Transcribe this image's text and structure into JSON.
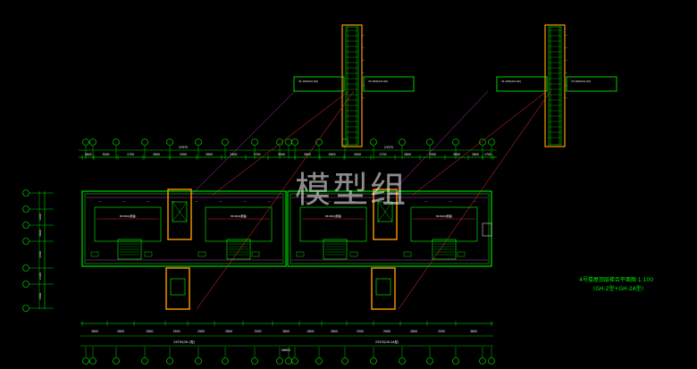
{
  "watermark": "模型组",
  "drawing": {
    "title": "4号楼屋顶层梯合平面图  1:100",
    "subtitle": "(GH-2型+GH-2A型)"
  },
  "top_dimensions": [
    "1600",
    "3000",
    "1700",
    "2800",
    "2500",
    "2800",
    "2800",
    "1700",
    "3000",
    "2800",
    "2800",
    "3000",
    "1700",
    "2800",
    "2500",
    "2800",
    "2800",
    "1700",
    "3000",
    "1600"
  ],
  "top_total": "23370",
  "bottom_dimensions": [
    "3600",
    "2800",
    "2600",
    "2500",
    "2900",
    "2800",
    "3300",
    "3600",
    "2800",
    "2600",
    "2500",
    "2900",
    "2800",
    "3300",
    "3600"
  ],
  "bottom_total": "23370(GH-2A型)",
  "bottom_total_left": "23370(GH-2型)",
  "overall_total": "46600",
  "left_dimensions": [
    "1200",
    "3600",
    "1500",
    "2100",
    "3300"
  ],
  "elevation_tags": [
    "31.000(±0.00)",
    "33.000(±0.00)",
    "31.000(±0.00)",
    "33.000(±0.00)"
  ],
  "room_labels": [
    "38.800(屋面)",
    "38.800(屋面)",
    "38.800(屋面)",
    "38.800(屋面)"
  ],
  "colors": {
    "wall": "#00ff00",
    "core": "#ff9900",
    "accent_red": "#ff3030",
    "accent_magenta": "#ff40ff",
    "text": "#ffffff",
    "dim": "#00e600"
  }
}
